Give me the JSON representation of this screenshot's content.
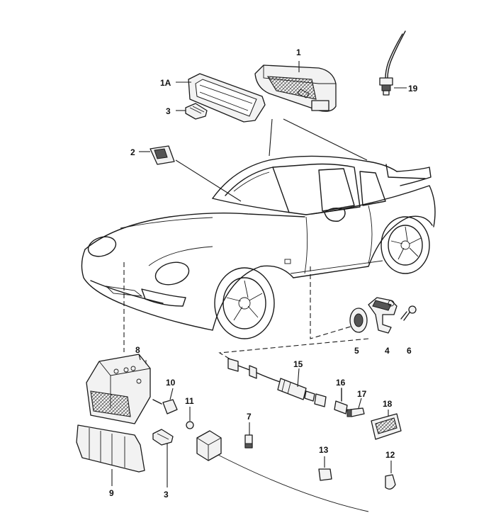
{
  "diagram": {
    "callouts": [
      {
        "id": "p1",
        "text": "1"
      },
      {
        "id": "p1a",
        "text": "1A"
      },
      {
        "id": "p2",
        "text": "2"
      },
      {
        "id": "p3a",
        "text": "3"
      },
      {
        "id": "p3b",
        "text": "3"
      },
      {
        "id": "p4",
        "text": "4"
      },
      {
        "id": "p5",
        "text": "5"
      },
      {
        "id": "p6",
        "text": "6"
      },
      {
        "id": "p7",
        "text": "7"
      },
      {
        "id": "p8",
        "text": "8"
      },
      {
        "id": "p9",
        "text": "9"
      },
      {
        "id": "p10",
        "text": "10"
      },
      {
        "id": "p11",
        "text": "11"
      },
      {
        "id": "p12",
        "text": "12"
      },
      {
        "id": "p13",
        "text": "13"
      },
      {
        "id": "p15",
        "text": "15"
      },
      {
        "id": "p16",
        "text": "16"
      },
      {
        "id": "p17",
        "text": "17"
      },
      {
        "id": "p18",
        "text": "18"
      },
      {
        "id": "p19",
        "text": "19"
      }
    ]
  }
}
